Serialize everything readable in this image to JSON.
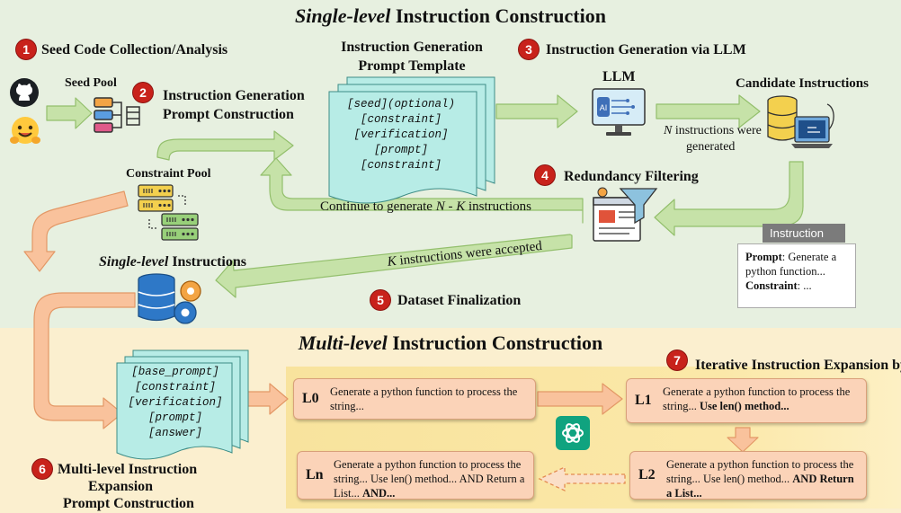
{
  "sections": {
    "single": {
      "title_italic": "Single-level",
      "title_rest": " Instruction Construction"
    },
    "multi": {
      "title_italic": "Multi-level",
      "title_rest": " Instruction Construction"
    }
  },
  "steps": {
    "s1": {
      "num": "1",
      "label": "Seed Code Collection/Analysis"
    },
    "s2": {
      "num": "2",
      "label_line1": "Instruction Generation",
      "label_line2": "Prompt Construction"
    },
    "s3": {
      "num": "3",
      "label": "Instruction Generation via LLM"
    },
    "s4": {
      "num": "4",
      "label": "Redundancy Filtering"
    },
    "s5": {
      "num": "5",
      "label": "Dataset Finalization"
    },
    "s6": {
      "num": "6",
      "label_line1": "Multi-level Instruction",
      "label_line2": "Expansion",
      "label_line3": "Prompt Construction"
    },
    "s7": {
      "num": "7",
      "label": "Iterative Instruction Expansion by LLM"
    }
  },
  "labels": {
    "seed_pool": "Seed Pool",
    "constraint_pool": "Constraint Pool",
    "template_title_1": "Instruction Generation",
    "template_title_2": "Prompt Template",
    "llm": "LLM",
    "candidate": "Candidate Instructions",
    "single_level_italic": "Single-level",
    "single_level_rest": " Instructions"
  },
  "template_lines": [
    "[seed](optional)",
    "[constraint]",
    "[verification]",
    "[prompt]",
    "[constraint]"
  ],
  "multi_template_lines": [
    "[base_prompt]",
    "[constraint]",
    "[verification]",
    "[prompt]",
    "[answer]"
  ],
  "notes": {
    "n_generated_1_italic": "N",
    "n_generated_1_rest": " instructions were",
    "n_generated_2": "generated",
    "continue_pre": "Continue to generate ",
    "continue_n": "N",
    "continue_mid": " - ",
    "continue_k": "K",
    "continue_post": " instructions",
    "k_accepted_italic": "K",
    "k_accepted_rest": " instructions were accepted"
  },
  "instruction_box": {
    "header": "Instruction",
    "prompt_key": "Prompt",
    "prompt_val": ": Generate a python function...",
    "constraint_key": "Constraint",
    "constraint_val": ": ..."
  },
  "levels": {
    "l0": {
      "tag": "L0",
      "text": "Generate a python function to process the string..."
    },
    "l1": {
      "tag": "L1",
      "text": "Generate a python function to process the string... ",
      "bold": "Use len() method..."
    },
    "l2": {
      "tag": "L2",
      "text": "Generate a python function to process the string... Use len() method... ",
      "bold": "AND Return a List..."
    },
    "ln": {
      "tag": "Ln",
      "text": "Generate a python function to process the string... Use len() method... AND Return a List... ",
      "bold": "AND..."
    }
  },
  "colors": {
    "badge": "#c8221b",
    "top_bg": "#e7f0e0",
    "bottom_bg": "#fbefcf",
    "green_arrow": "#c6e2a8",
    "orange_arrow": "#f9c29c",
    "doc": "#b7ece6"
  }
}
